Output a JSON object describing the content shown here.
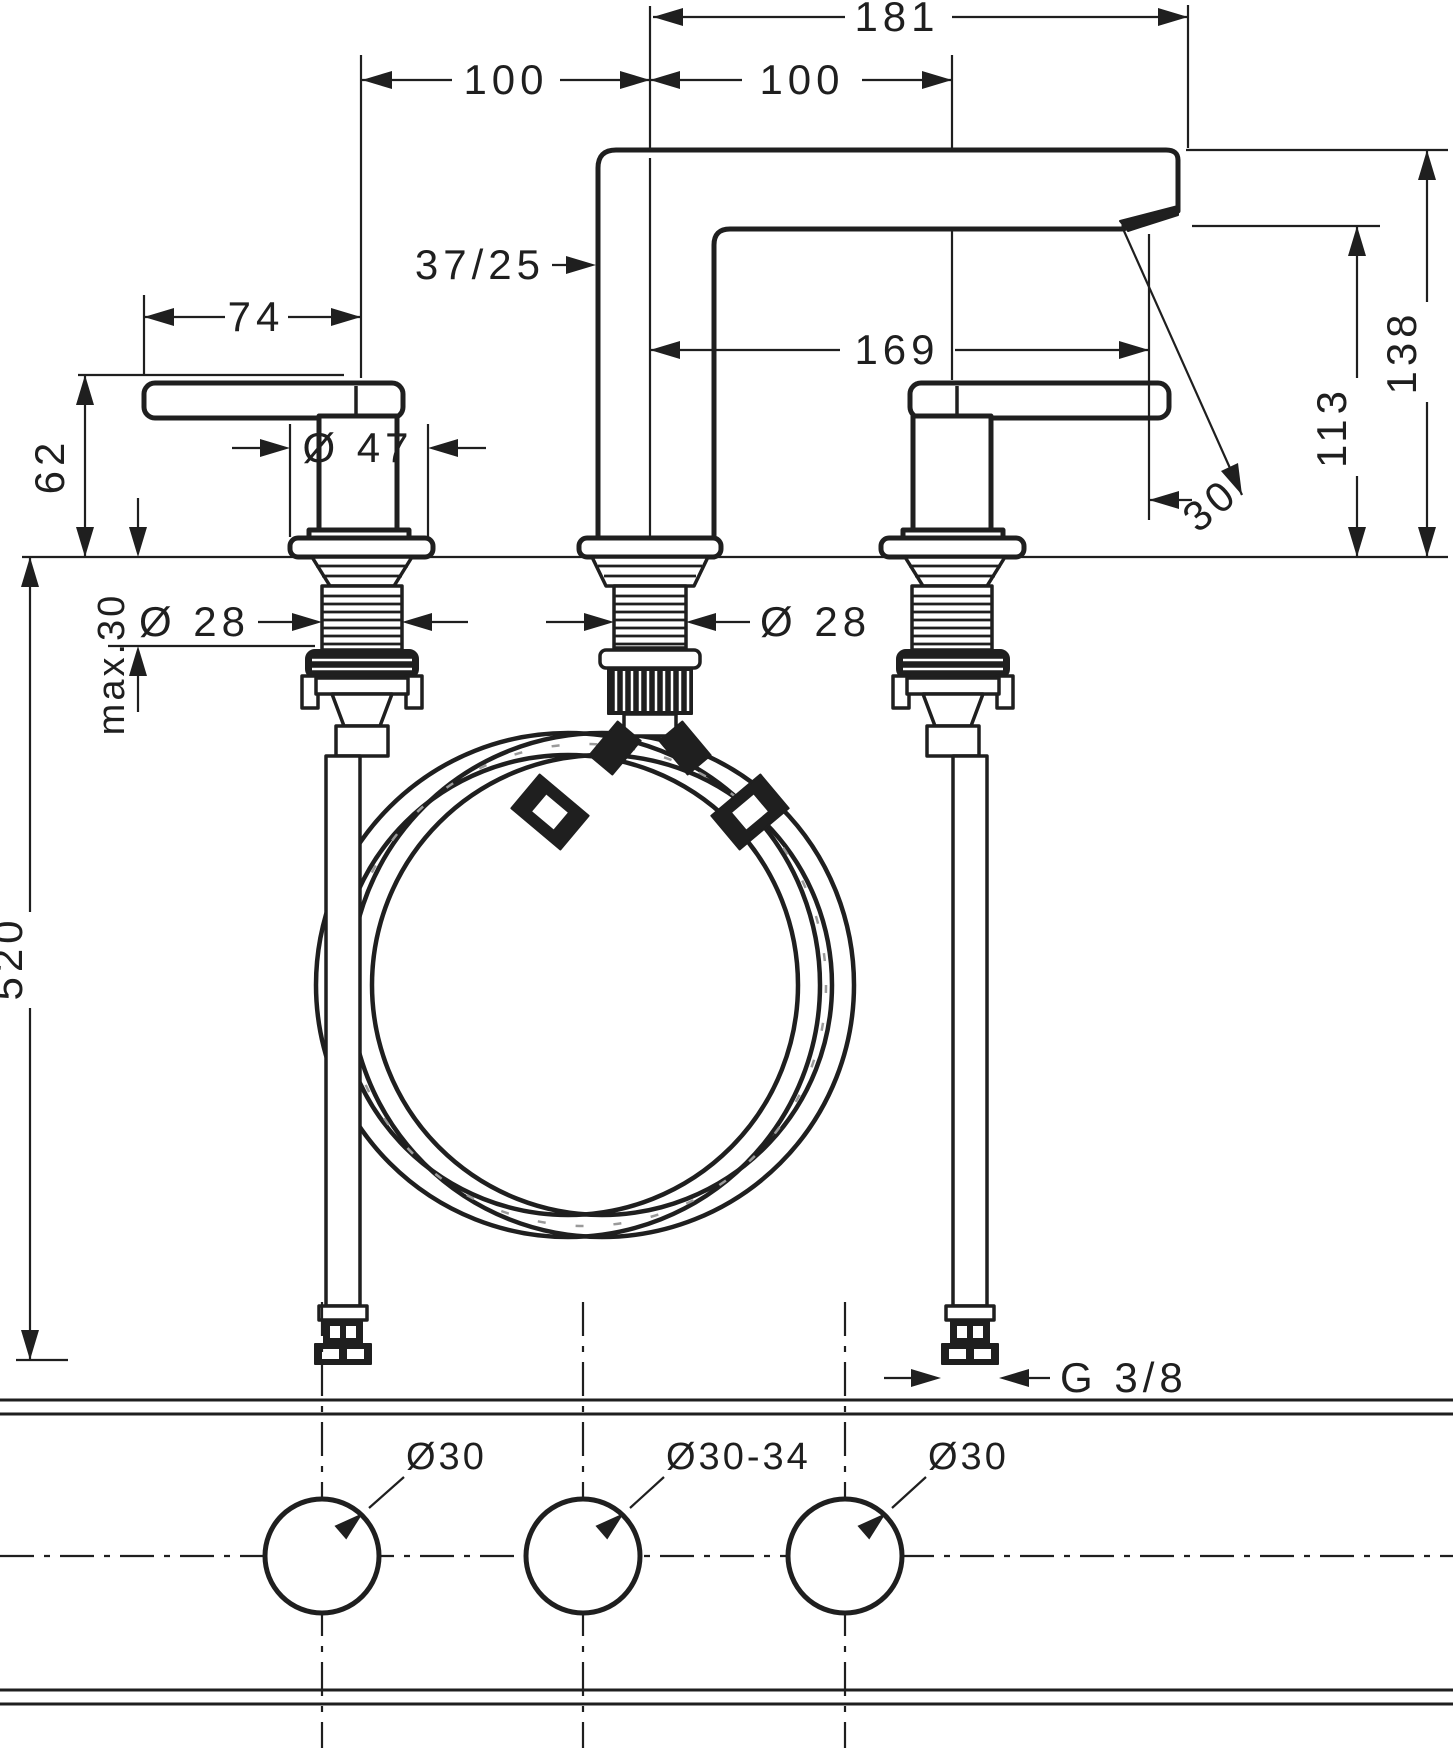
{
  "drawing": {
    "type": "faucet installation dimensional drawing",
    "line_color": "#1f1f1f",
    "background": "#ffffff"
  },
  "labels": {
    "dim_total_reach": "181",
    "dim_spacing_left": "100",
    "dim_spacing_right": "100",
    "dim_handle_reach": "74",
    "dim_spout_section": "37/25",
    "dim_spout_reach": "169",
    "dim_handle_height": "62",
    "dim_escutcheon_diameter": "Ø 47",
    "dim_shank_left": "Ø 28",
    "dim_shank_center": "Ø 28",
    "dim_outlet_height": "113",
    "dim_total_height": "138",
    "dim_spray_angle": "30°",
    "dim_max_counter_thickness": "max.30",
    "dim_hose_length": "520",
    "dim_supply_thread": "G 3/8",
    "plan_hole_left": "Ø30",
    "plan_hole_center": "Ø30-34",
    "plan_hole_right": "Ø30"
  }
}
